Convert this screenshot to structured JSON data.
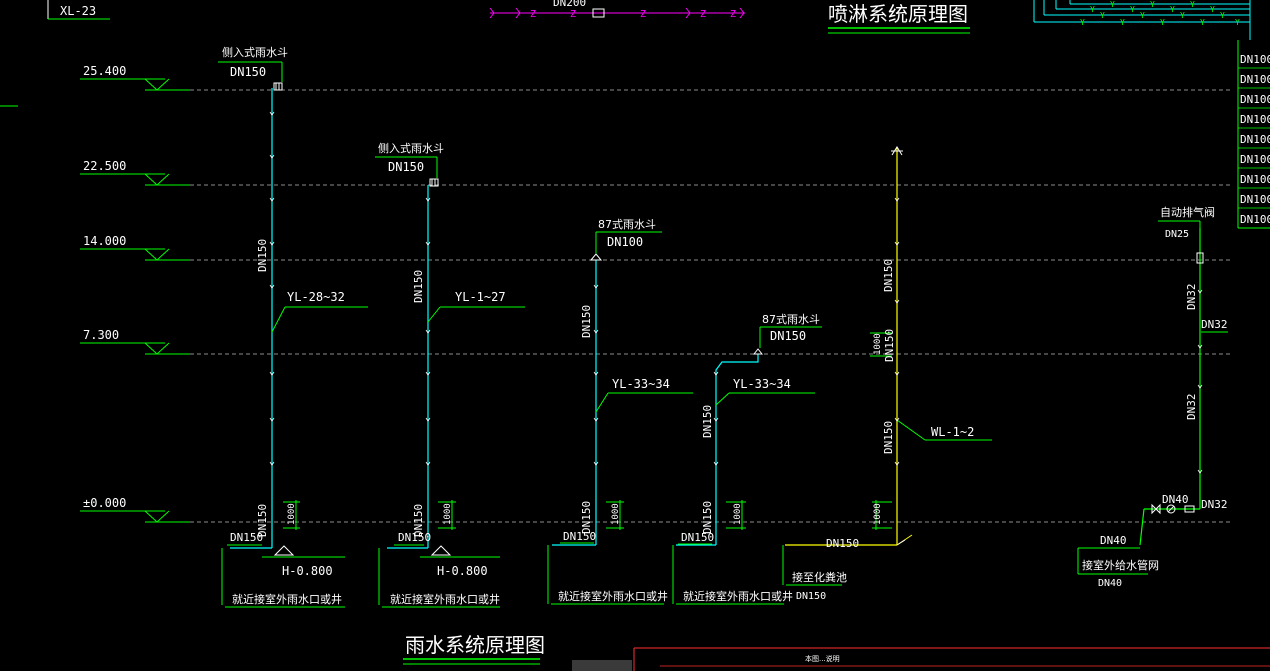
{
  "top_left_label": "XL-23",
  "top_pipe_label": "DN200",
  "sprinkler_title": "喷淋系统原理图",
  "rain_title": "雨水系统原理图",
  "right_column_labels": [
    "DN100",
    "DN100",
    "DN100",
    "DN100",
    "DN100",
    "DN100",
    "DN100",
    "DN100",
    "DN100"
  ],
  "levels": [
    "25.400",
    "22.500",
    "14.000",
    "7.300",
    "±0.000"
  ],
  "stack1": {
    "inlet_name": "侧入式雨水斗",
    "inlet_size": "DN150",
    "riser_size": "DN150",
    "tag": "YL-28~32",
    "bottom_riser_size": "DN150",
    "bottom_height": "1000",
    "outlet_size": "DN150",
    "invert": "H-0.800",
    "note": "就近接室外雨水口或井"
  },
  "stack2": {
    "inlet_name": "侧入式雨水斗",
    "inlet_size": "DN150",
    "riser_size": "DN150",
    "tag": "YL-1~27",
    "bottom_riser_size": "DN150",
    "bottom_height": "1000",
    "outlet_size": "DN150",
    "invert": "H-0.800",
    "note": "就近接室外雨水口或井"
  },
  "stack3": {
    "inlet_name": "87式雨水斗",
    "inlet_size": "DN100",
    "riser_size": "DN150",
    "tag": "YL-33~34",
    "bottom_riser_size": "DN150",
    "bottom_height": "1000",
    "outlet_size": "DN150",
    "note": "就近接室外雨水口或井"
  },
  "stack4": {
    "inlet_name": "87式雨水斗",
    "inlet_size": "DN150",
    "riser_size": "DN150",
    "tag": "YL-33~34",
    "bottom_riser_size": "DN150",
    "bottom_height": "1000",
    "outlet_size": "DN150",
    "note": "就近接室外雨水口或井"
  },
  "stack5": {
    "riser_size_upper": "DN150",
    "riser_size_mid": "DN150",
    "mid_height": "1000",
    "riser_size_lower": "DN150",
    "tag": "WL-1~2",
    "bottom_height": "1000",
    "outlet_size": "DN150",
    "note": "接至化粪池",
    "note_size": "DN150"
  },
  "water": {
    "vent_name": "自动排气阀",
    "vent_size": "DN25",
    "riser_a": "DN32",
    "riser_b": "DN32",
    "riser_c": "DN32",
    "riser_d": "DN32",
    "meter_size": "DN40",
    "supply_size": "DN40",
    "note": "接室外给水管网",
    "note_size": "DN40"
  },
  "bottom_note": "本图...说明"
}
